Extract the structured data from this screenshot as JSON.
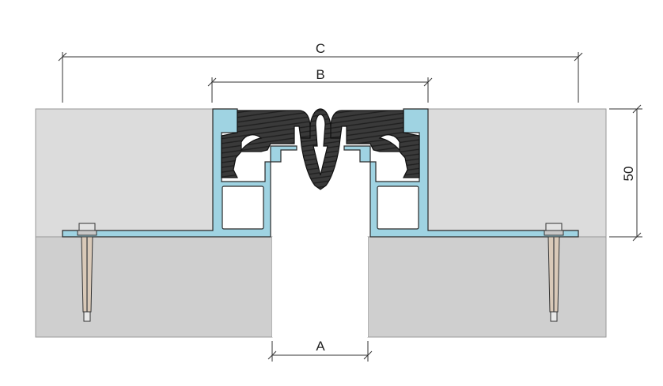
{
  "dimensions": {
    "a_label": "A",
    "b_label": "B",
    "c_label": "C",
    "height_label": "50"
  },
  "colors": {
    "upper_slab": "#dcdcdc",
    "lower_slab": "#cfcfcf",
    "aluminium_profile": "#9fd3e2",
    "rubber_seal": "#3a3a3a",
    "anchor": "#d9c9b8",
    "dimension_line": "#333333"
  },
  "icons": {
    "left_anchor": "expansion-anchor-bolt-icon",
    "right_anchor": "expansion-anchor-bolt-icon"
  }
}
